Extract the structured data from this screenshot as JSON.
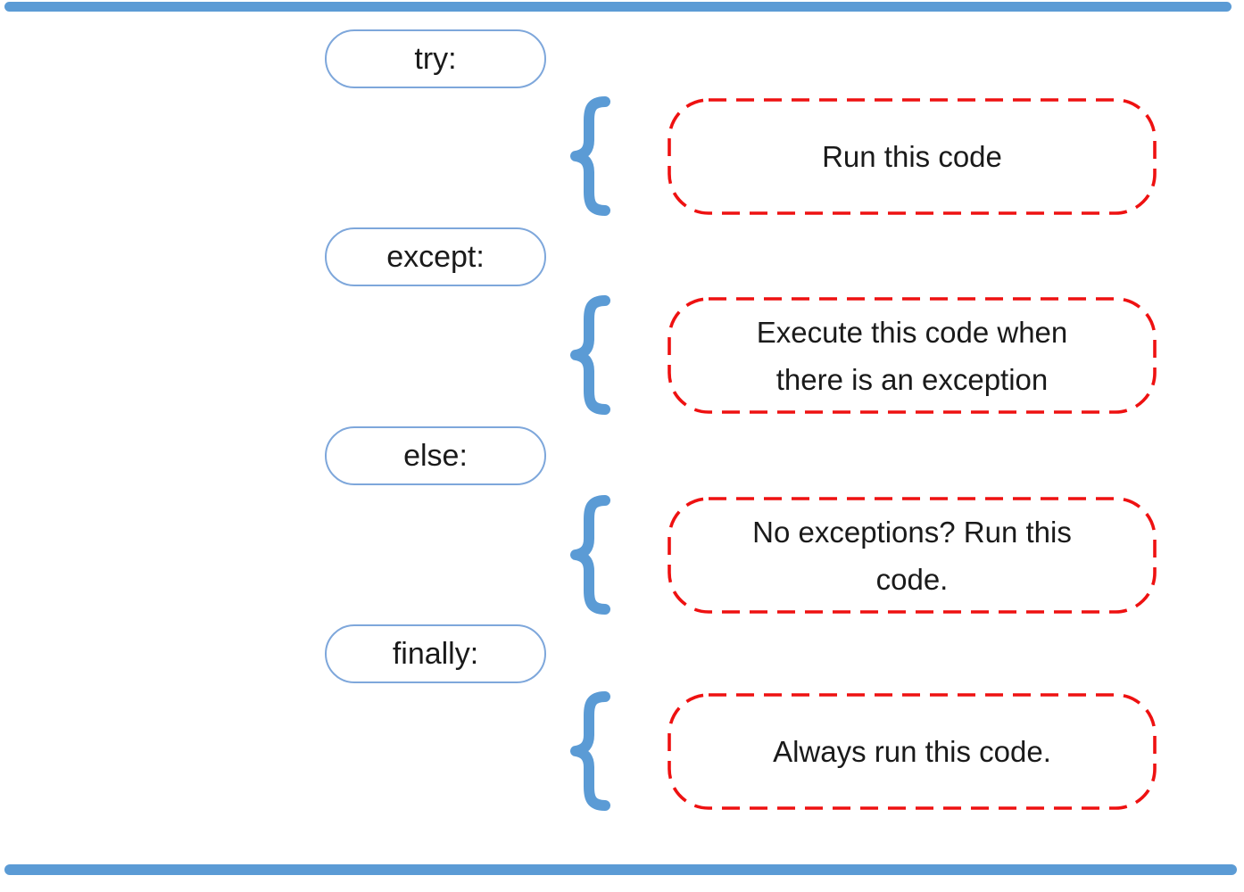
{
  "diagram": {
    "colors": {
      "bar_blue": "#5B9BD5",
      "pill_border_blue": "#7EA7DB",
      "dash_red": "#EE1111",
      "text": "#1a1a1a"
    },
    "sections": [
      {
        "keyword": "try:",
        "description": "Run this code",
        "lines": [
          "Run this code"
        ]
      },
      {
        "keyword": "except:",
        "description": "Execute this code when there is an exception",
        "lines": [
          "Execute this code when",
          "there is an exception"
        ]
      },
      {
        "keyword": "else:",
        "description": "No exceptions? Run this code.",
        "lines": [
          "No exceptions? Run this",
          "code."
        ]
      },
      {
        "keyword": "finally:",
        "description": "Always run this code.",
        "lines": [
          "Always run this code."
        ]
      }
    ]
  }
}
